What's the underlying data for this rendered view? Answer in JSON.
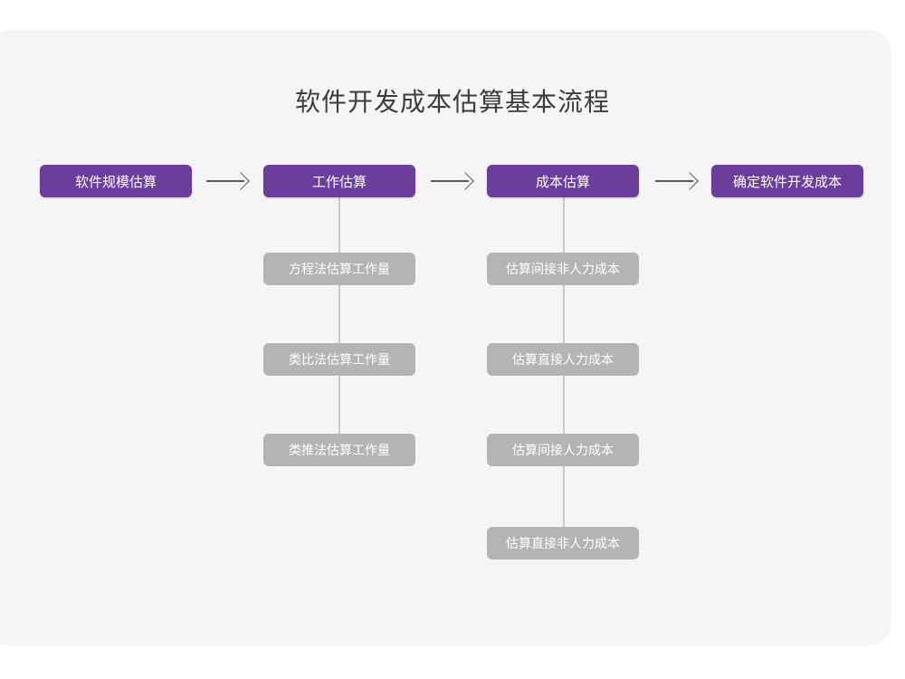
{
  "chart_data": {
    "type": "diagram",
    "title": "软件开发成本估算基本流程",
    "diagram_kind": "flowchart",
    "orientation": "left-to-right main flow with vertical sub-branches",
    "colors": {
      "canvas": "#ffffff",
      "card": "#f5f5f5",
      "primary_node": "#6b3e9e",
      "secondary_node": "#b4b4b4",
      "node_text": "#ffffff",
      "title_text": "#3c3c3c",
      "arrow": "#595959",
      "connector_line": "#c9c9c9"
    },
    "main_flow": [
      "软件规模估算",
      "工作估算",
      "成本估算",
      "确定软件开发成本"
    ],
    "branches": [
      {
        "parent": "工作估算",
        "children": [
          "方程法估算工作量",
          "类比法估算工作量",
          "类推法估算工作量"
        ]
      },
      {
        "parent": "成本估算",
        "children": [
          "估算间接非人力成本",
          "估算直接人力成本",
          "估算间接人力成本",
          "估算直接非人力成本"
        ]
      }
    ],
    "connector_count": 3,
    "connector_label": "→"
  },
  "diagram": {
    "title": "软件开发成本估算基本流程",
    "nodes": {
      "step1": "软件规模估算",
      "step2": "工作估算",
      "step3": "成本估算",
      "step4": "确定软件开发成本"
    },
    "branch_effort": {
      "item1": "方程法估算工作量",
      "item2": "类比法估算工作量",
      "item3": "类推法估算工作量"
    },
    "branch_cost": {
      "item1": "估算间接非人力成本",
      "item2": "估算直接人力成本",
      "item3": "估算间接人力成本",
      "item4": "估算直接非人力成本"
    }
  }
}
